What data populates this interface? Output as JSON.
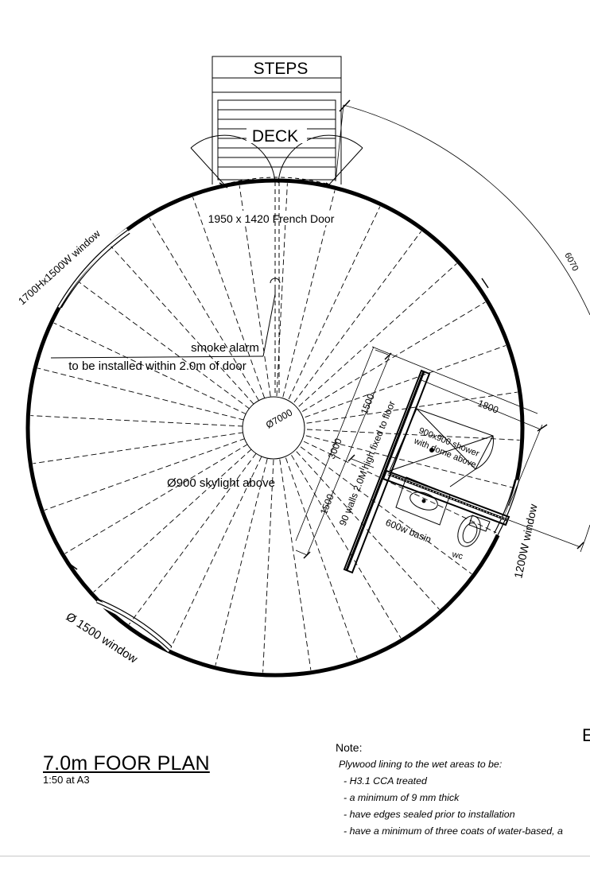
{
  "drawing": {
    "title": "7.0m FOOR PLAN",
    "scale": "1:50 at A3",
    "labels": {
      "steps": "STEPS",
      "deck": "DECK",
      "french_door": "1950 x 1420 French Door",
      "window_left_top": "1700Hx1500W  window",
      "smoke_alarm_1": "smoke alarm",
      "smoke_alarm_2": "to be installed within 2.0m of door",
      "diameter": "Ø7000",
      "skylight": "Ø900 skylight above",
      "window_bottom_left": "Ø 1500  window",
      "arc_dim": "6070",
      "dim_1800": "1800",
      "dim_1500_top": "1500",
      "dim_3000": "3000",
      "dim_1500_bottom": "1500",
      "walls_note": "90 walls 2.0M high fixed to floor",
      "shower_1": "900x900 shower",
      "shower_2": "with dome above",
      "basin": "600w basin",
      "wc": "wc",
      "window_right": "1200W  window",
      "edge_letter": "E"
    }
  },
  "note": {
    "heading": "Note:",
    "intro": "Plywood lining to the wet areas to be:",
    "items": [
      "- H3.1 CCA treated",
      "- a minimum of 9 mm thick",
      "- have edges sealed prior to installation",
      "- have a minimum of three coats of water-based, a"
    ]
  }
}
